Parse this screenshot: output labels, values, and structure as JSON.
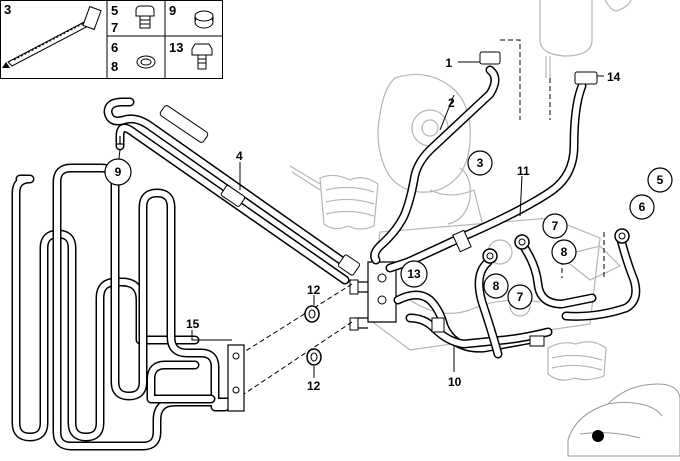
{
  "legend": {
    "cells": [
      {
        "labels": [
          "3"
        ]
      },
      {
        "labels": [
          "5",
          "7"
        ]
      },
      {
        "labels": [
          "9"
        ]
      },
      {
        "labels": [
          "6",
          "8"
        ]
      },
      {
        "labels": [
          "13"
        ]
      }
    ]
  },
  "callouts_plain": [
    "1",
    "2",
    "4",
    "10",
    "11",
    "12",
    "12",
    "14",
    "15"
  ],
  "callouts_circled": [
    "3",
    "5",
    "6",
    "7",
    "8",
    "8",
    "7",
    "9",
    "13"
  ]
}
